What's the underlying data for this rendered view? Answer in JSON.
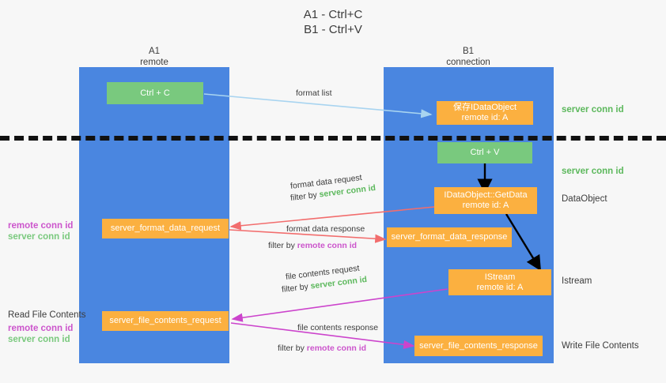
{
  "title": {
    "line1": "A1 - Ctrl+C",
    "line2": "B1 - Ctrl+V"
  },
  "columns": [
    {
      "name": "A1",
      "sub": "remote"
    },
    {
      "name": "B1",
      "sub": "connection"
    }
  ],
  "nodes": {
    "ctrl_c": {
      "label": "Ctrl + C"
    },
    "save_idataobject": {
      "line1": "保存IDataObject",
      "line2": "remote id: A"
    },
    "ctrl_v": {
      "label": "Ctrl + V"
    },
    "getdata": {
      "line1": "IDataObject::GetData",
      "line2": "remote id: A"
    },
    "istream": {
      "line1": "IStream",
      "line2": "remote id: A"
    },
    "server_format_data_request": {
      "label": "server_format_data_request"
    },
    "server_format_data_response": {
      "label": "server_format_data_response"
    },
    "server_file_contents_request": {
      "label": "server_file_contents_request"
    },
    "server_file_contents_response": {
      "label": "server_file_contents_response"
    }
  },
  "right_labels": {
    "server_conn_id_1": "server conn id",
    "server_conn_id_2": "server conn id",
    "dataobject": "DataObject",
    "istream": "Istream",
    "write_file_contents": "Write File Contents"
  },
  "left_labels": {
    "remote_conn_id_1": "remote conn id",
    "server_conn_id_1": "server conn id",
    "read_file_contents": "Read File Contents",
    "remote_conn_id_2": "remote conn id",
    "server_conn_id_2": "server conn id"
  },
  "edges": {
    "format_list": "format list",
    "format_data_request": "format data request",
    "format_data_request_filter_prefix": "filter by ",
    "format_data_request_filter_value": "server conn id",
    "format_data_response": "format data response",
    "format_data_response_filter_prefix": "filter by ",
    "format_data_response_filter_value": "remote conn id",
    "file_contents_request": "file contents request",
    "file_contents_request_filter_prefix": "filter by ",
    "file_contents_request_filter_value": "server conn id",
    "file_contents_response": "file contents response",
    "file_contents_response_filter_prefix": "filter by ",
    "file_contents_response_filter_value": "remote conn id"
  },
  "colors": {
    "lane": "#4a86e0",
    "green_node": "#79c97e",
    "orange_node": "#fbb040",
    "light_blue_arrow": "#a8d4f0",
    "red_arrow": "#f26d6d",
    "magenta_arrow": "#cc44cc",
    "black_arrow": "#000000",
    "green_text": "#5cb85c",
    "magenta_text": "#cc55cc",
    "background": "#f7f7f7"
  }
}
